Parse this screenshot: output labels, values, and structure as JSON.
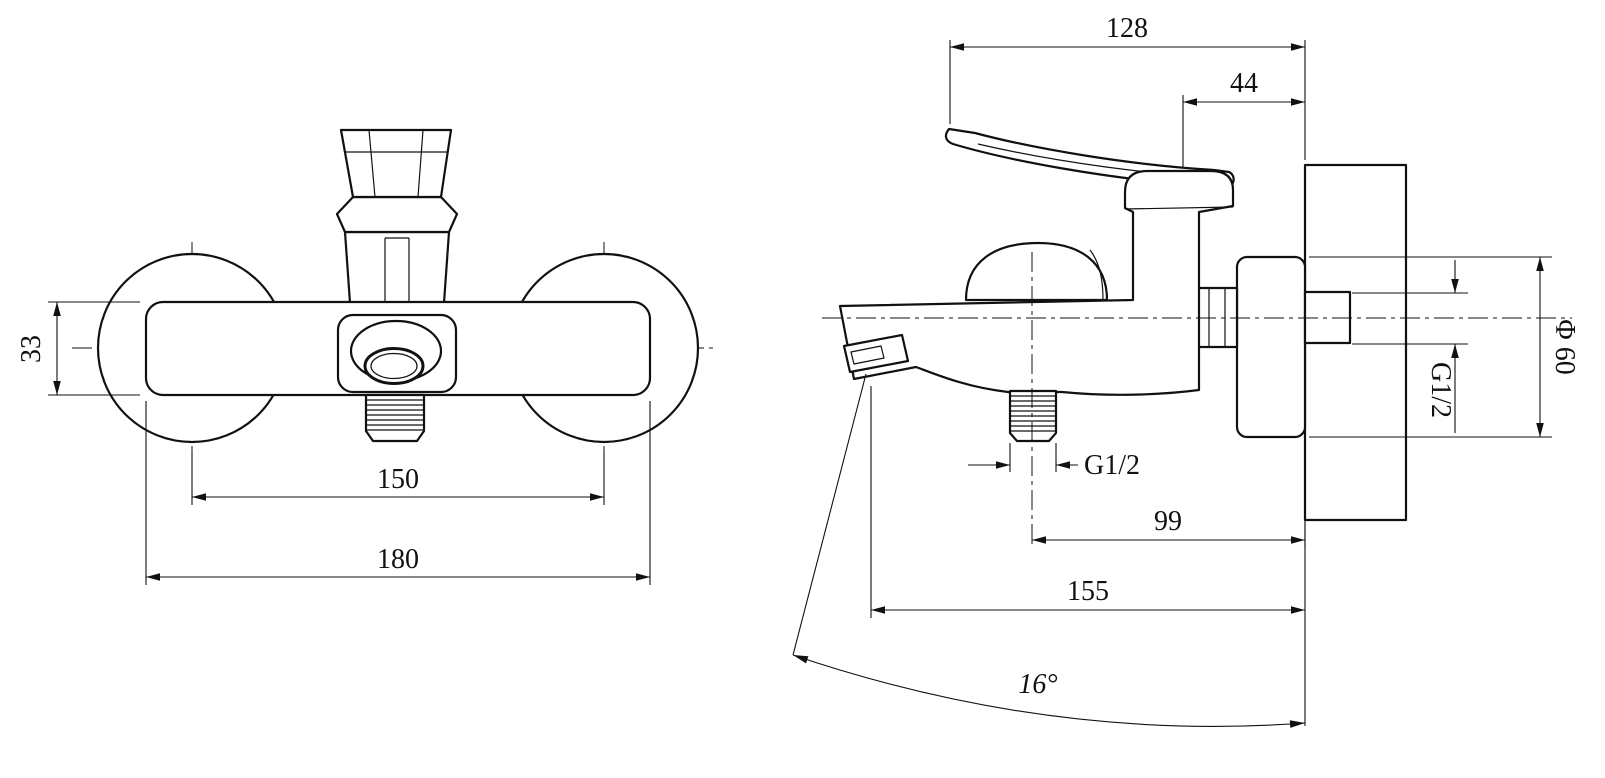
{
  "drawing": {
    "colors": {
      "line": "#111111",
      "background": "#ffffff"
    },
    "front_view": {
      "dim_body_height": "33",
      "dim_center_distance": "150",
      "dim_overall_width": "180"
    },
    "side_view": {
      "dim_overall_depth": "128",
      "dim_handle_depth": "44",
      "dim_flange_diameter": "Φ 60",
      "dim_wall_thread": "G1/2",
      "dim_outlet_thread": "G1/2",
      "dim_outlet_offset": "99",
      "dim_spout_reach": "155",
      "dim_spout_angle": "16°"
    }
  }
}
